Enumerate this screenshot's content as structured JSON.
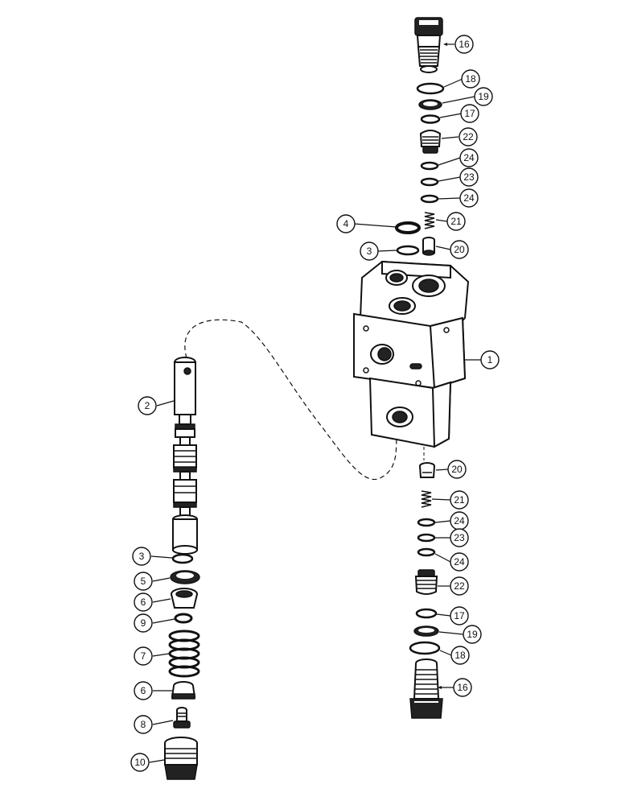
{
  "callouts": [
    {
      "id": "c16a",
      "label": "16"
    },
    {
      "id": "c18a",
      "label": "18"
    },
    {
      "id": "c19a",
      "label": "19"
    },
    {
      "id": "c17a",
      "label": "17"
    },
    {
      "id": "c22a",
      "label": "22"
    },
    {
      "id": "c24a",
      "label": "24"
    },
    {
      "id": "c23a",
      "label": "23"
    },
    {
      "id": "c24b",
      "label": "24"
    },
    {
      "id": "c21a",
      "label": "21"
    },
    {
      "id": "c4",
      "label": "4"
    },
    {
      "id": "c3a",
      "label": "3"
    },
    {
      "id": "c20a",
      "label": "20"
    },
    {
      "id": "c1",
      "label": "1"
    },
    {
      "id": "c2",
      "label": "2"
    },
    {
      "id": "c20b",
      "label": "20"
    },
    {
      "id": "c21b",
      "label": "21"
    },
    {
      "id": "c24c",
      "label": "24"
    },
    {
      "id": "c23b",
      "label": "23"
    },
    {
      "id": "c24d",
      "label": "24"
    },
    {
      "id": "c22b",
      "label": "22"
    },
    {
      "id": "c17b",
      "label": "17"
    },
    {
      "id": "c19b",
      "label": "19"
    },
    {
      "id": "c18b",
      "label": "18"
    },
    {
      "id": "c16b",
      "label": "16"
    },
    {
      "id": "c3b",
      "label": "3"
    },
    {
      "id": "c5",
      "label": "5"
    },
    {
      "id": "c6a",
      "label": "6"
    },
    {
      "id": "c9",
      "label": "9"
    },
    {
      "id": "c7",
      "label": "7"
    },
    {
      "id": "c6b",
      "label": "6"
    },
    {
      "id": "c8",
      "label": "8"
    },
    {
      "id": "c10",
      "label": "10"
    }
  ]
}
